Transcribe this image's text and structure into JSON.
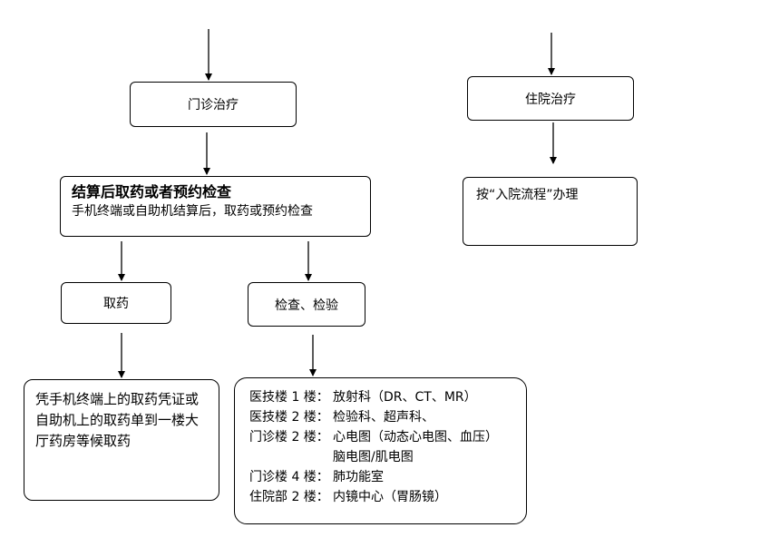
{
  "outpatient": {
    "label": "门诊治疗"
  },
  "inpatient": {
    "label": "住院治疗",
    "note": "按“入院流程”办理"
  },
  "checkout": {
    "title": "结算后取药或者预约检查",
    "subtitle": "手机终端或自助机结算后，取药或预约检查"
  },
  "pickup": {
    "label": "取药",
    "note": "凭手机终端上的取药凭证或自助机上的取药单到一楼大厅药房等候取药"
  },
  "exam": {
    "label": "检查、检验",
    "rows": [
      {
        "place": "医技楼 1 楼：",
        "items": "放射科（DR、CT、MR）"
      },
      {
        "place": "医技楼 2 楼：",
        "items": "检验科、超声科、"
      },
      {
        "place": "门诊楼 2 楼：",
        "items": "心电图（动态心电图、血压）"
      },
      {
        "place": "",
        "items": "脑电图/肌电图"
      },
      {
        "place": "门诊楼 4 楼：",
        "items": "肺功能室"
      },
      {
        "place": "住院部 2 楼：",
        "items": "内镜中心（胃肠镜）"
      }
    ]
  }
}
